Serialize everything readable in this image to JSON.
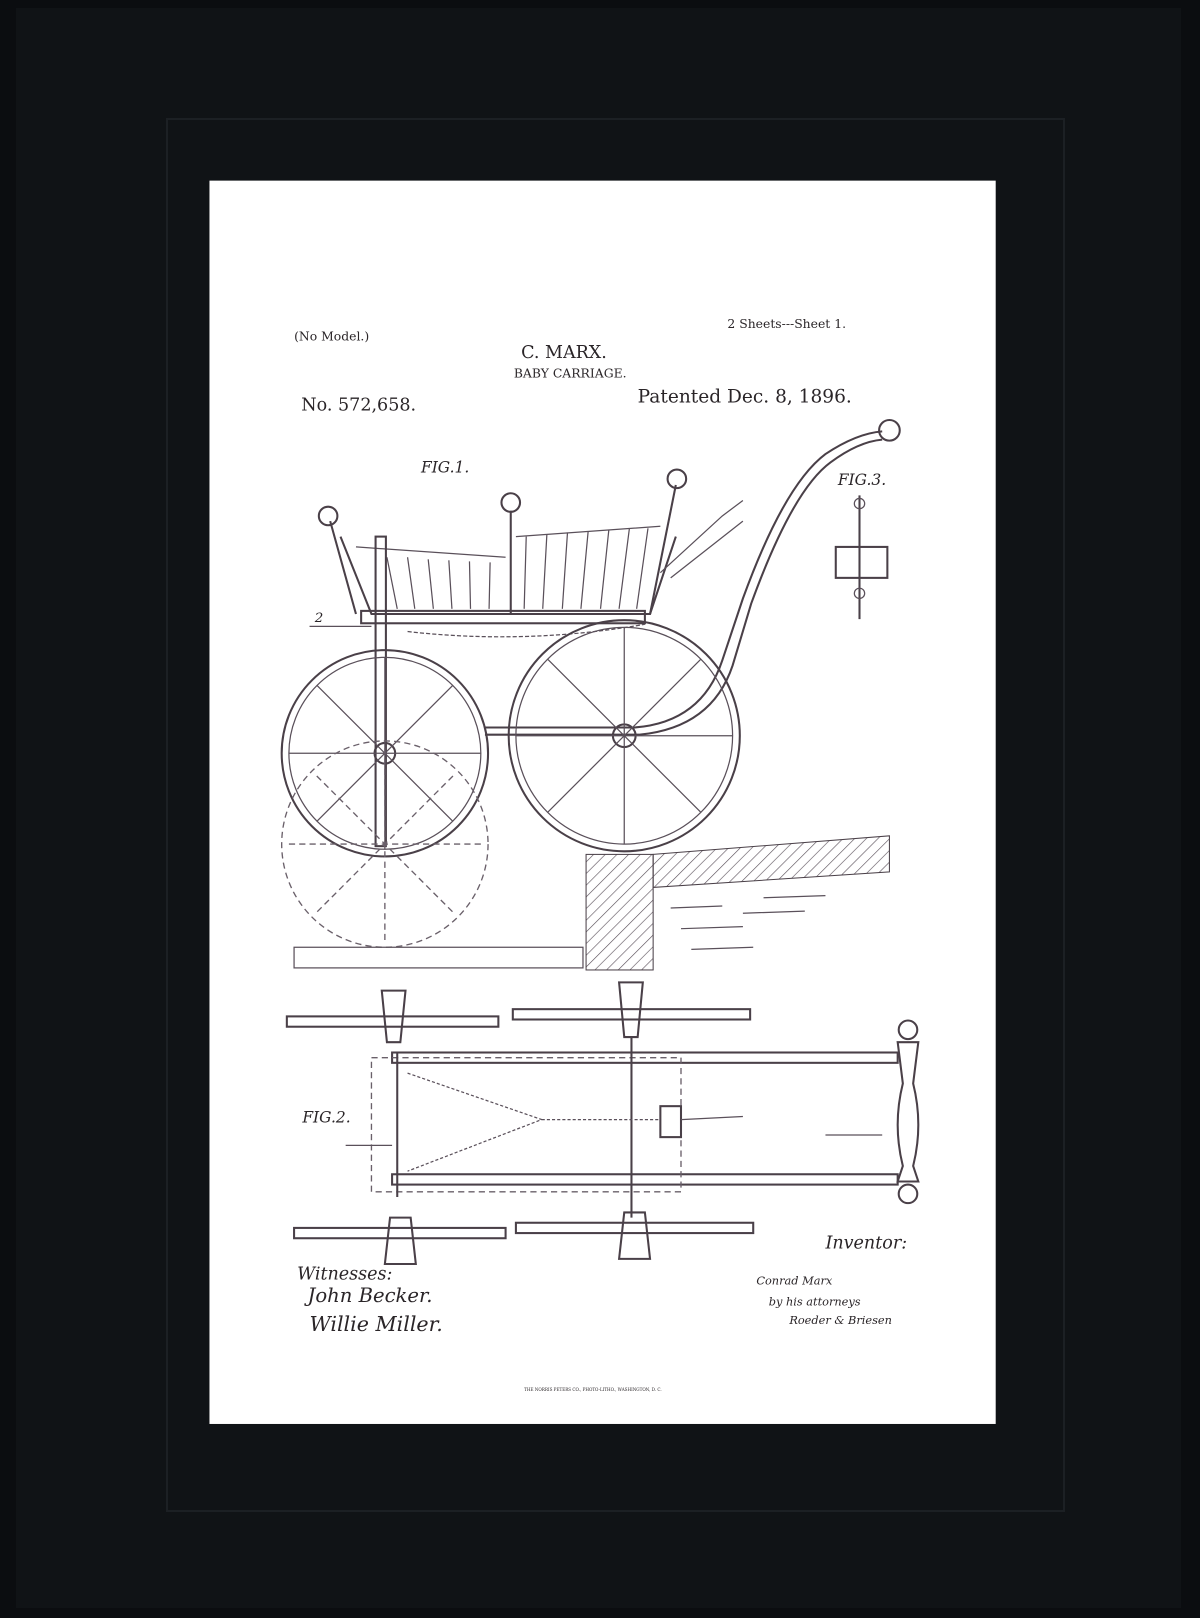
{
  "patent": {
    "model_note": "(No Model.)",
    "sheets": "2 Sheets---Sheet 1.",
    "inventor_name": "C. MARX.",
    "title": "BABY CARRIAGE.",
    "number": "No. 572,658.",
    "date": "Patented Dec. 8, 1896."
  },
  "figures": {
    "fig1": "FIG.1.",
    "fig2": "FIG.2.",
    "fig3": "FIG.3."
  },
  "witnesses": {
    "label": "Witnesses:",
    "names": [
      "John Becker.",
      "Willie Miller."
    ]
  },
  "inventor": {
    "label": "Inventor:",
    "signature": [
      "Conrad Marx",
      "by his attorneys",
      "Roeder & Briesen"
    ]
  },
  "footer": "THE NORRIS PETERS CO., PHOTO-LITHO., WASHINGTON, D. C.",
  "colors": {
    "mat": "#0b0d10",
    "paper": "#ffffff",
    "ink": "#4a4048"
  }
}
